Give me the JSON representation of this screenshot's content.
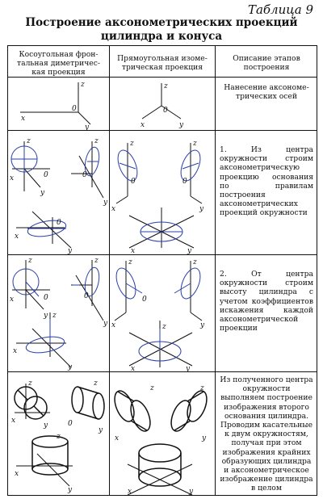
{
  "table_number": "Таблица 9",
  "title_line1": "Построение аксонометрических проекций",
  "title_line2": "цилиндра и конуса",
  "headers": {
    "col1_line1": "Косоугольная  фрон-",
    "col1_line2": "тальная диметричес-",
    "col1_line3": "кая проекция",
    "col2_line1": "Прямоугольная изоме-",
    "col2_line2": "трическая проекция",
    "col3_line1": "Описание этапов",
    "col3_line2": "построения"
  },
  "rows": [
    {
      "description": "Нанесение аксономе-трических осей"
    },
    {
      "description": "1. Из центра окружности строим аксонометрическую проекцию основания по правилам построения аксонометрических проекций окружности"
    },
    {
      "description": "2. От центра окружности строим высоту цилиндра с учетом коэффициентов искажения каждой аксонометрической проекции"
    },
    {
      "description": "Из полученного центра окружности выполняем построение изображения второго основания цилиндра. Проводим касательные к двум окружностям, получая при этом изображения крайних образующих цилиндра и аксонометрическое изображение цилиндра в целом"
    }
  ],
  "axis_labels": {
    "x": "x",
    "y": "y",
    "z": "z",
    "o": "0"
  },
  "colors": {
    "ink": "#111111",
    "construction": "#2a3fa8"
  }
}
